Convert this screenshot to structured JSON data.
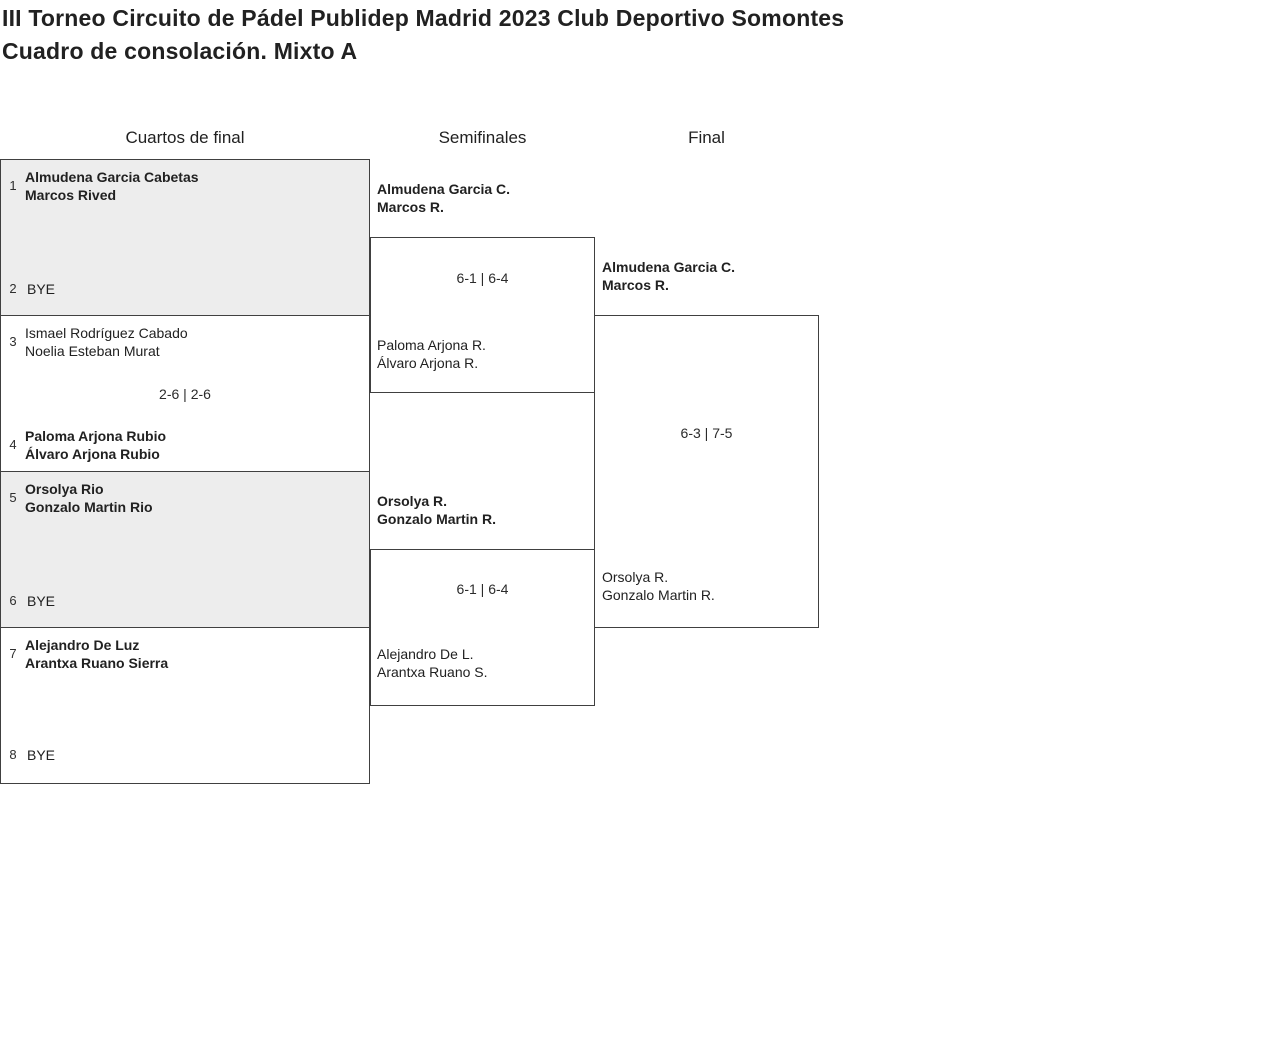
{
  "page": {
    "title": "III Torneo Circuito de Pádel Publidep Madrid 2023 Club Deportivo Somontes",
    "subtitle": "Cuadro de consolación. Mixto A"
  },
  "columns": {
    "quarterfinals": "Cuartos de final",
    "semifinals": "Semifinales",
    "final": "Final"
  },
  "colors": {
    "shaded_box_bg": "#ededed",
    "border": "#404040",
    "text": "#212121"
  },
  "bracket": {
    "quarterfinals": [
      {
        "top_seed": "1",
        "top_team": {
          "player1": "Almudena Garcia Cabetas",
          "player2": "Marcos Rived",
          "winner": true
        },
        "score": "",
        "bottom_seed": "2",
        "bottom_team": {
          "player1": "BYE",
          "player2": "",
          "winner": false
        }
      },
      {
        "top_seed": "3",
        "top_team": {
          "player1": "Ismael Rodríguez Cabado",
          "player2": "Noelia Esteban Murat",
          "winner": false
        },
        "score": "2-6 | 2-6",
        "bottom_seed": "4",
        "bottom_team": {
          "player1": "Paloma Arjona Rubio",
          "player2": "Álvaro Arjona Rubio",
          "winner": true
        }
      },
      {
        "top_seed": "5",
        "top_team": {
          "player1": "Orsolya Rio",
          "player2": "Gonzalo Martin Rio",
          "winner": true
        },
        "score": "",
        "bottom_seed": "6",
        "bottom_team": {
          "player1": "BYE",
          "player2": "",
          "winner": false
        }
      },
      {
        "top_seed": "7",
        "top_team": {
          "player1": "Alejandro De Luz",
          "player2": "Arantxa Ruano Sierra",
          "winner": true
        },
        "score": "",
        "bottom_seed": "8",
        "bottom_team": {
          "player1": "BYE",
          "player2": "",
          "winner": false
        }
      }
    ],
    "semifinals": [
      {
        "top_team": {
          "player1": "Almudena Garcia C.",
          "player2": "Marcos R.",
          "winner": true
        },
        "score": "6-1 | 6-4",
        "bottom_team": {
          "player1": "Paloma Arjona R.",
          "player2": "Álvaro Arjona R.",
          "winner": false
        }
      },
      {
        "top_team": {
          "player1": "Orsolya R.",
          "player2": "Gonzalo Martin R.",
          "winner": true
        },
        "score": "6-1 | 6-4",
        "bottom_team": {
          "player1": "Alejandro De L.",
          "player2": "Arantxa Ruano S.",
          "winner": false
        }
      }
    ],
    "final": {
      "top_team": {
        "player1": "Almudena Garcia C.",
        "player2": "Marcos R.",
        "winner": true
      },
      "score": "6-3 | 7-5",
      "bottom_team": {
        "player1": "Orsolya R.",
        "player2": "Gonzalo Martin R.",
        "winner": false
      }
    }
  }
}
